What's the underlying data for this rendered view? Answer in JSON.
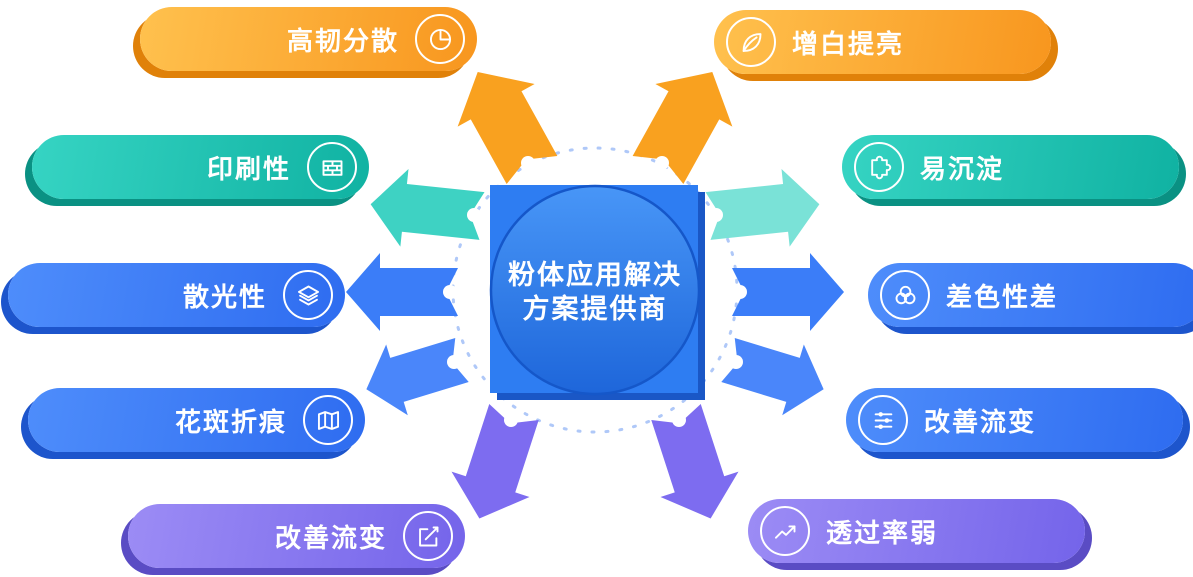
{
  "center": {
    "line1": "粉体应用解决",
    "line2": "方案提供商"
  },
  "left_items": [
    {
      "label": "高韧分散",
      "icon": "pie-chart",
      "color": "#F8961E"
    },
    {
      "label": "印刷性",
      "icon": "bricks",
      "color": "#10B2A2"
    },
    {
      "label": "散光性",
      "icon": "layers",
      "color": "#2E6CF0"
    },
    {
      "label": "花斑折痕",
      "icon": "map",
      "color": "#2E6CF0"
    },
    {
      "label": "改善流变",
      "icon": "edit-pen",
      "color": "#7464EA"
    }
  ],
  "right_items": [
    {
      "label": "增白提亮",
      "icon": "leaf",
      "color": "#F8961E"
    },
    {
      "label": "易沉淀",
      "icon": "puzzle",
      "color": "#10B2A2"
    },
    {
      "label": "差色性差",
      "icon": "overlap-circles",
      "color": "#2E6CF0"
    },
    {
      "label": "改善流变",
      "icon": "tune",
      "color": "#2E6CF0"
    },
    {
      "label": "透过率弱",
      "icon": "trend-up",
      "color": "#7464EA"
    }
  ],
  "colors": {
    "arrow_orange": "#F9A11F",
    "arrow_teal": "#3ED2C3",
    "arrow_teal_light": "#7AE2D7",
    "arrow_blue": "#3B7DF8",
    "arrow_blue2": "#4A86FA",
    "arrow_purple": "#7D6CF0",
    "center_square": "#2E7DF2",
    "center_square_shadow": "#1A57C6",
    "center_circle_top": "#4896F7",
    "center_circle_bottom": "#1E66DA",
    "dashed_ring": "#AFC8F8"
  }
}
